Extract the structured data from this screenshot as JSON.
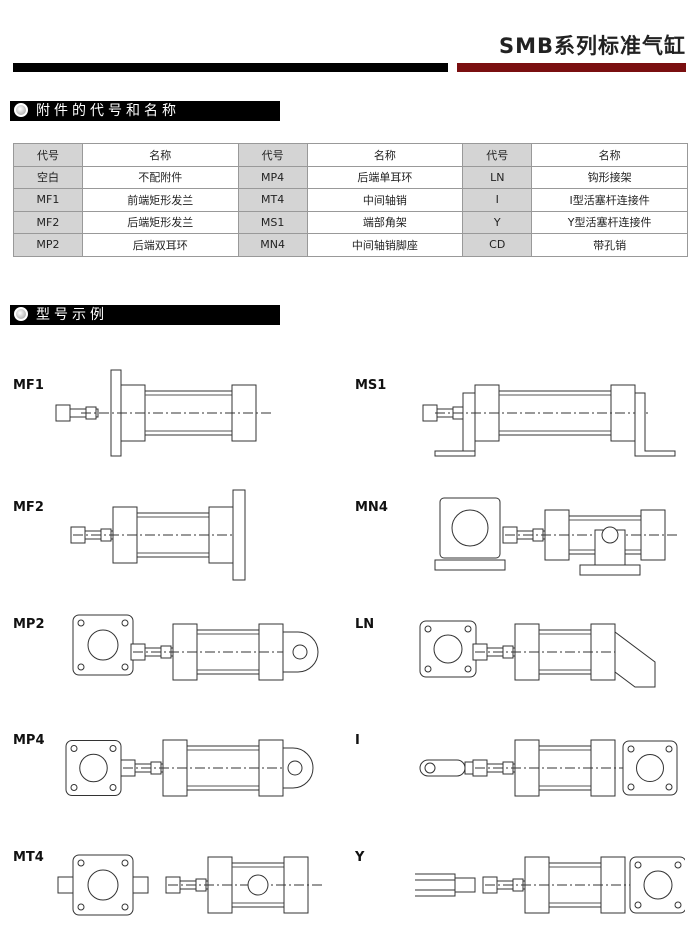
{
  "header": {
    "title": "SMB系列标准气缸"
  },
  "section1": {
    "title": "附件的代号和名称"
  },
  "table": {
    "headers": [
      "代号",
      "名称",
      "代号",
      "名称",
      "代号",
      "名称"
    ],
    "rows": [
      [
        "空白",
        "不配附件",
        "MP4",
        "后端单耳环",
        "LN",
        "钩形接架"
      ],
      [
        "MF1",
        "前端矩形发兰",
        "MT4",
        "中间轴销",
        "I",
        "I型活塞杆连接件"
      ],
      [
        "MF2",
        "后端矩形发兰",
        "MS1",
        "端部角架",
        "Y",
        "Y型活塞杆连接件"
      ],
      [
        "MP2",
        "后端双耳环",
        "MN4",
        "中间轴销脚座",
        "CD",
        "带孔销"
      ]
    ]
  },
  "section2": {
    "title": "型号示例"
  },
  "examples": [
    {
      "code": "MF1",
      "type": "mf1"
    },
    {
      "code": "MS1",
      "type": "ms1"
    },
    {
      "code": "MF2",
      "type": "mf2"
    },
    {
      "code": "MN4",
      "type": "mn4"
    },
    {
      "code": "MP2",
      "type": "mp2"
    },
    {
      "code": "LN",
      "type": "ln"
    },
    {
      "code": "MP4",
      "type": "mp4"
    },
    {
      "code": "I",
      "type": "i"
    },
    {
      "code": "MT4",
      "type": "mt4"
    },
    {
      "code": "Y",
      "type": "y"
    }
  ]
}
